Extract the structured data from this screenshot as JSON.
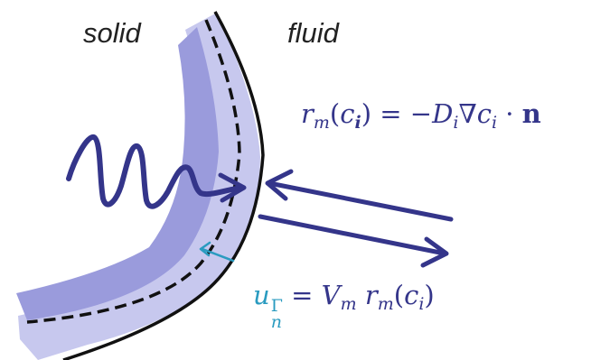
{
  "labels": {
    "solid": "solid",
    "fluid": "fluid"
  },
  "equations": {
    "flux": {
      "lhs_symbol": "r",
      "lhs_sub": "m",
      "lhs_arg": "c",
      "lhs_arg_sub": "i",
      "eq_sign": "=",
      "minus": "−",
      "coef": "D",
      "coef_sub": "i",
      "nabla": "∇",
      "var": "c",
      "var_sub": "i",
      "dot": "·",
      "normal": "n"
    },
    "velocity": {
      "symbol": "u",
      "symbol_sub": "n",
      "symbol_sup": "Γ",
      "eq_sign": "=",
      "volume": "V",
      "volume_sub": "m",
      "rate": "r",
      "rate_sub": "m",
      "arg": "c",
      "arg_sub": "i"
    }
  },
  "colors": {
    "dark_layer": "#9a9bdc",
    "light_layer": "#c7c8ee",
    "interface_line": "#111111",
    "arrow_navy": "#34358a",
    "arrow_teal": "#2a9bc0",
    "equation_text": "#34358a"
  }
}
